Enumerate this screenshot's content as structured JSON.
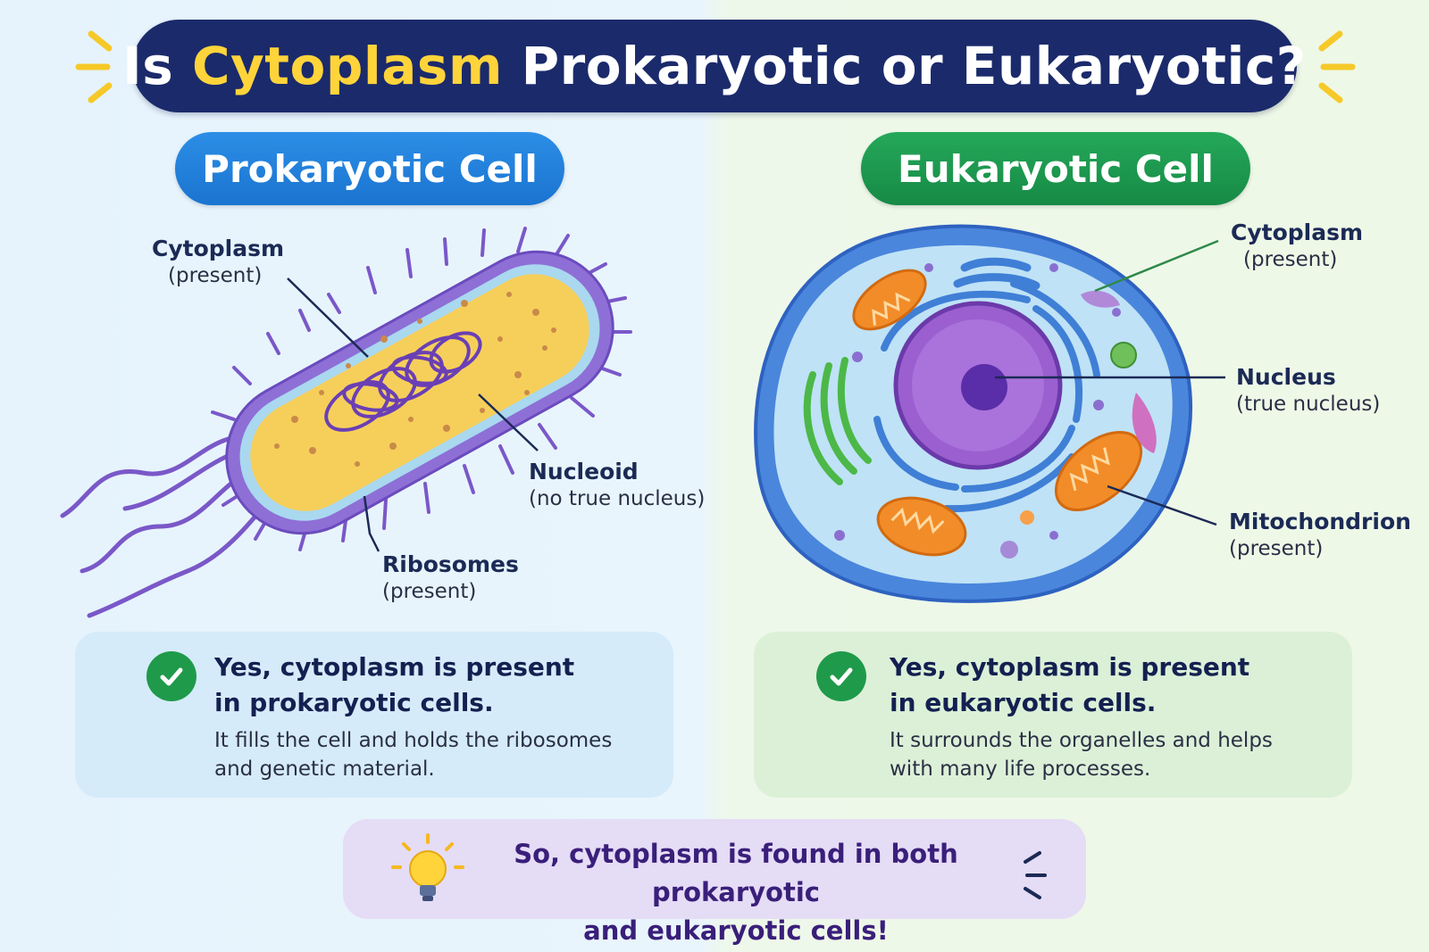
{
  "title": {
    "prefix": "Is ",
    "highlight": "Cytoplasm",
    "suffix": " Prokaryotic or Eukaryotic?"
  },
  "prokaryotic": {
    "header": "Prokaryotic Cell",
    "labels": {
      "cytoplasm": {
        "title": "Cytoplasm",
        "sub": "(present)"
      },
      "nucleoid": {
        "title": "Nucleoid",
        "sub": "(no true nucleus)"
      },
      "ribosomes": {
        "title": "Ribosomes",
        "sub": "(present)"
      }
    },
    "box": {
      "heading_line1": "Yes, cytoplasm is present",
      "heading_line2": "in prokaryotic cells.",
      "body_line1": "It fills the cell and holds the ribosomes",
      "body_line2": "and genetic material."
    }
  },
  "eukaryotic": {
    "header": "Eukaryotic Cell",
    "labels": {
      "cytoplasm": {
        "title": "Cytoplasm",
        "sub": "(present)"
      },
      "nucleus": {
        "title": "Nucleus",
        "sub": "(true nucleus)"
      },
      "mitochondrion": {
        "title": "Mitochondrion",
        "sub": "(present)"
      }
    },
    "box": {
      "heading_line1": "Yes, cytoplasm is present",
      "heading_line2": "in eukaryotic cells.",
      "body_line1": "It surrounds the organelles and helps",
      "body_line2": "with many life processes."
    }
  },
  "summary": {
    "line1": "So, cytoplasm is found in both prokaryotic",
    "line2": "and eukaryotic cells!"
  },
  "colors": {
    "title_bg": "#1b2a6b",
    "title_highlight": "#ffd43b",
    "prokaryotic_accent": "#1a74d0",
    "eukaryotic_accent": "#168a45",
    "check": "#1f9a4a",
    "summary_text": "#3a1f7a"
  }
}
